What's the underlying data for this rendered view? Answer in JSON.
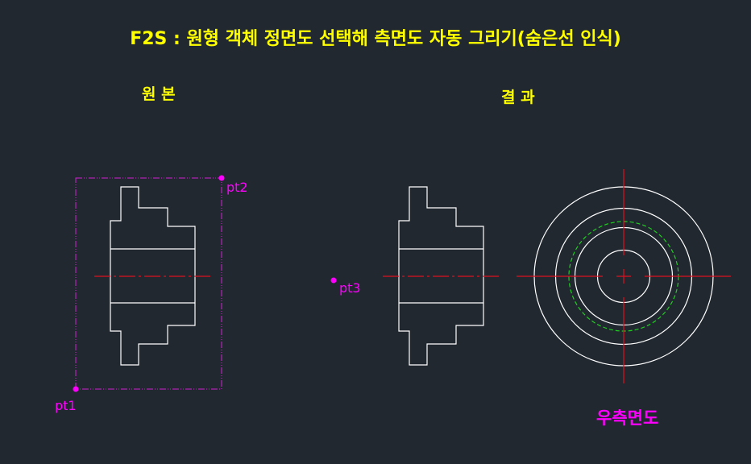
{
  "title": "F2S :  원형 객체 정면도 선택해 측면도 자동 그리기(숨은선 인식)",
  "labels": {
    "original": "원 본",
    "result": "결 과",
    "right_side_view": "우측면도"
  },
  "points": {
    "pt1": "pt1",
    "pt2": "pt2",
    "pt3": "pt3"
  },
  "colors": {
    "background": "#212830",
    "title": "#ffff00",
    "points": "#ff00ff",
    "outline": "#ffffff",
    "centerline": "#e01020",
    "hidden_line": "#22cc22"
  }
}
